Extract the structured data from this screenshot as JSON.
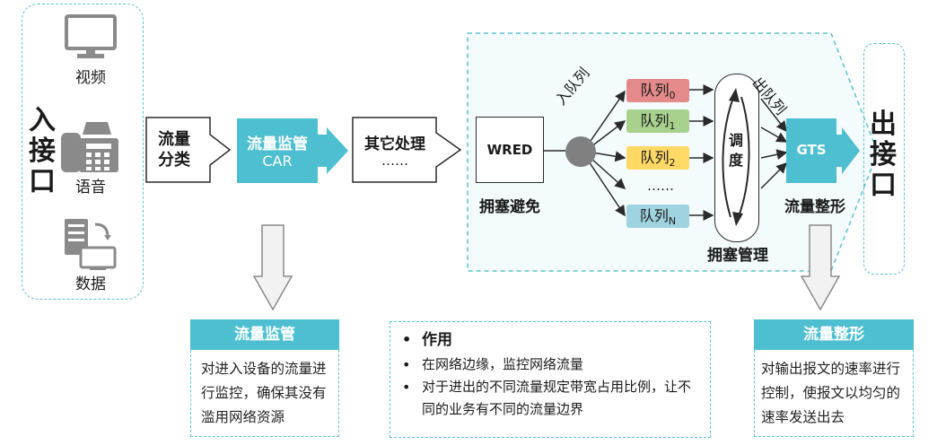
{
  "input": {
    "title": "入接口",
    "items": [
      {
        "label": "视频",
        "icon": "monitor-icon"
      },
      {
        "label": "语音",
        "icon": "phone-icon"
      },
      {
        "label": "数据",
        "icon": "data-server-icon"
      }
    ]
  },
  "output": {
    "title": "出接口"
  },
  "flow": {
    "classify": "流量分类",
    "car_title": "流量监管",
    "car_sub": "CAR",
    "other": "其它处理",
    "other_dots": "……",
    "wred": "WRED",
    "wred_caption": "拥塞避免",
    "enqueue": "入队列",
    "dequeue": "出队列",
    "queues": [
      {
        "name": "队列",
        "sub": "0",
        "color": "#e48a8a"
      },
      {
        "name": "队列",
        "sub": "1",
        "color": "#a9d18e"
      },
      {
        "name": "队列",
        "sub": "2",
        "color": "#ffd966"
      },
      {
        "name": "……",
        "sub": "",
        "color": ""
      },
      {
        "name": "队列",
        "sub": "N",
        "color": "#9fd3e0"
      }
    ],
    "scheduler": "调度",
    "congestion_caption": "拥塞管理",
    "gts": "GTS",
    "gts_caption": "流量整形"
  },
  "notes": {
    "policing": {
      "title": "流量监管",
      "text": "对进入设备的流量进行监控，确保其没有滥用网络资源"
    },
    "purpose": {
      "title": "作用",
      "points": [
        "在网络边缘，监控网络流量",
        "对于进出的不同流量规定带宽占用比例，让不同的业务有不同的流量边界"
      ]
    },
    "shaping": {
      "title": "流量整形",
      "text": "对输出报文的速率进行控制，使报文以均匀的速率发送出去"
    }
  },
  "colors": {
    "accent": "#4dbfd0",
    "dash": "#5bc3d2"
  }
}
